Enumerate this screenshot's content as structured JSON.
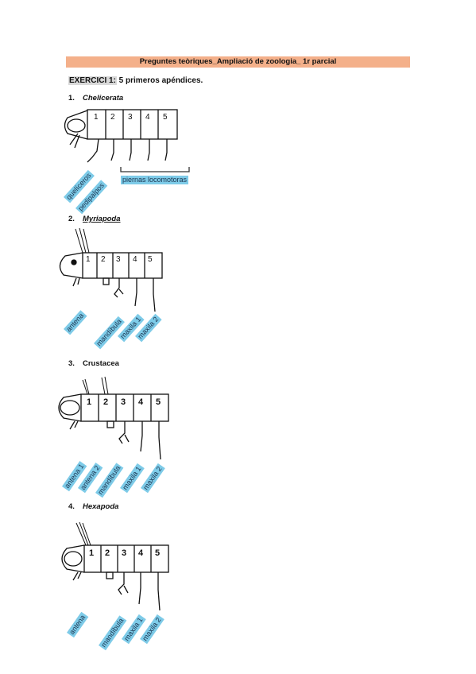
{
  "document": {
    "title": "Preguntes teòriques_Ampliació de zoologia_ 1r parcial",
    "exercise": {
      "tag": "EXERCICI 1:",
      "text": " 5 primeros apéndices."
    }
  },
  "sections": [
    {
      "number": "1.",
      "name": "Chelicerata",
      "segments": [
        "1",
        "2",
        "3",
        "4",
        "5"
      ],
      "labels": [
        "quelíceros",
        "pedipalpos",
        "piernas locomotoras"
      ]
    },
    {
      "number": "2.",
      "name": "Myriapoda",
      "segments": [
        "1",
        "2",
        "3",
        "4",
        "5"
      ],
      "labels": [
        "antena",
        "mandíbula",
        "maxila 1",
        "maxila 2"
      ]
    },
    {
      "number": "3.",
      "name": "Crustacea",
      "segments": [
        "1",
        "2",
        "3",
        "4",
        "5"
      ],
      "labels": [
        "antena 1",
        "antena 2",
        "mandíbula",
        "maxila 1",
        "maxila 2"
      ]
    },
    {
      "number": "4.",
      "name": "Hexapoda",
      "segments": [
        "1",
        "2",
        "3",
        "4",
        "5"
      ],
      "labels": [
        "antena",
        "mandíbula",
        "maxila 1",
        "maxila 2"
      ]
    }
  ],
  "colors": {
    "title_bar": "#f4b08a",
    "label_bg": "#7ecbe8",
    "label_text": "#1b3550"
  }
}
